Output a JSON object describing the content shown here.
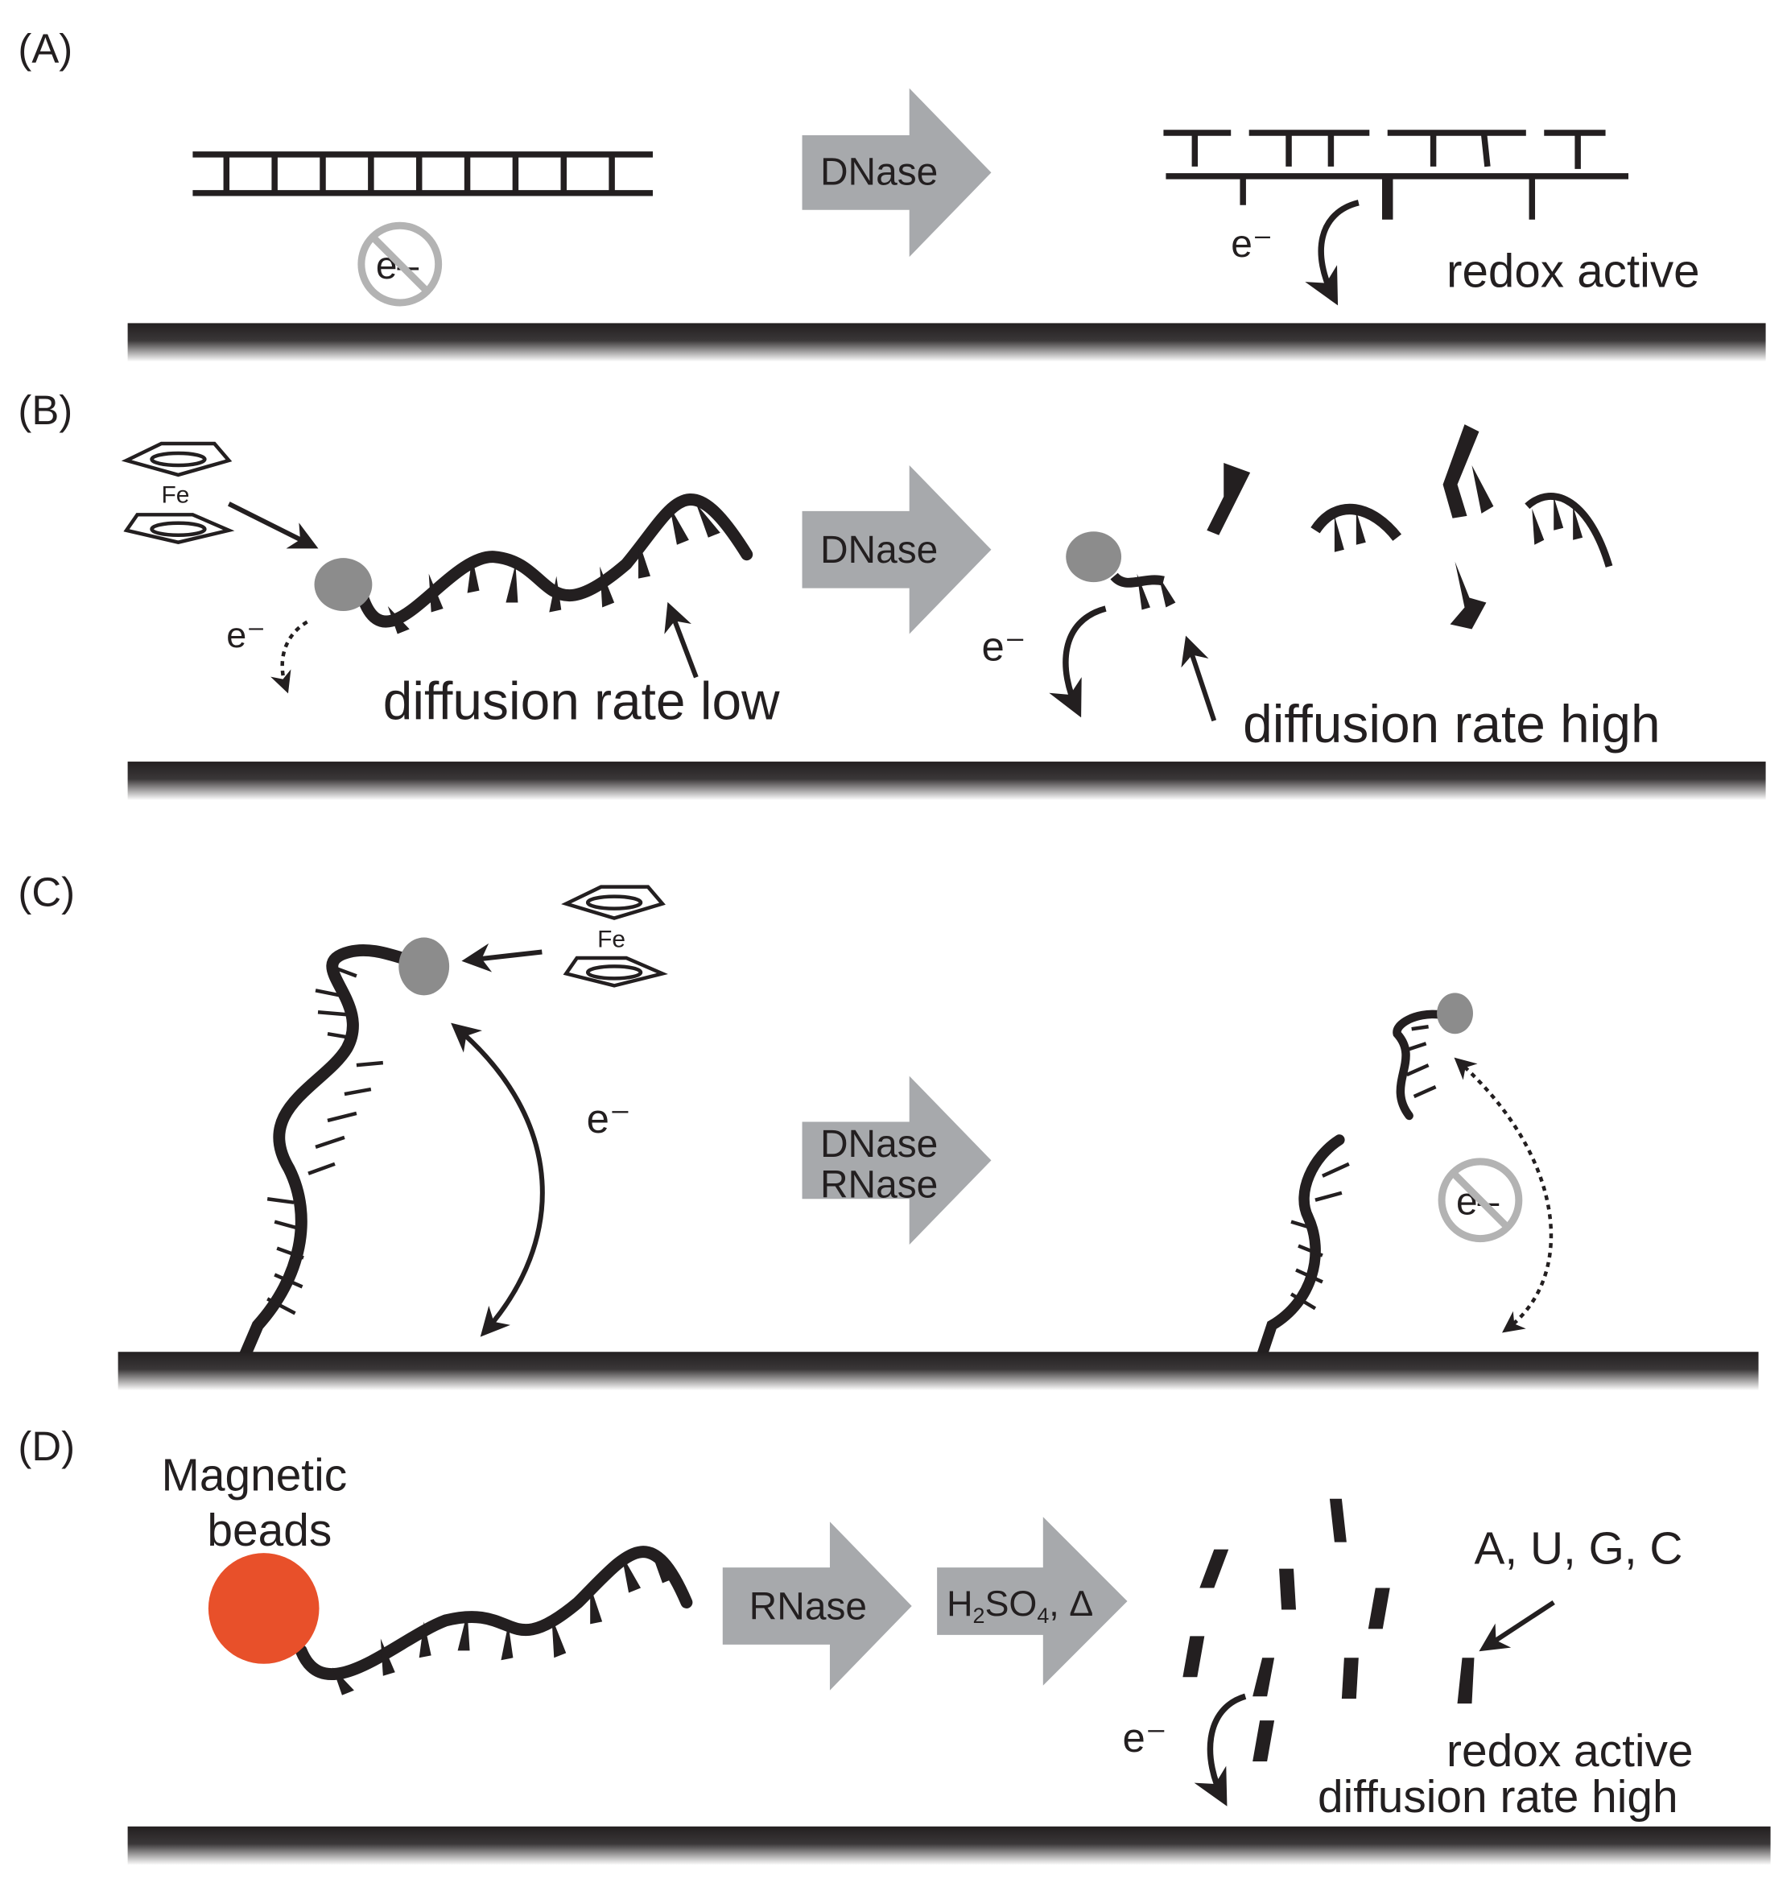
{
  "colors": {
    "ink": "#231f20",
    "arrow_fill": "#a7a9ac",
    "bead_gray": "#8c8c8c",
    "magnetic_bead": "#e8502a",
    "prohibit_gray": "#b3b3b3"
  },
  "panels": {
    "a": {
      "label": "(A)",
      "arrow_text": "DNase",
      "electron_blocked": "e–",
      "electron": "e⁻",
      "annotation": "redox active"
    },
    "b": {
      "label": "(B)",
      "ferrocene_metal": "Fe",
      "electron_left": "e⁻",
      "arrow_text": "DNase",
      "electron_right": "e⁻",
      "annotation_left": "diffusion rate low",
      "annotation_right": "diffusion rate high"
    },
    "c": {
      "label": "(C)",
      "ferrocene_metal": "Fe",
      "electron": "e⁻",
      "arrow_text_line1": "DNase",
      "arrow_text_line2": "RNase",
      "electron_blocked": "e–"
    },
    "d": {
      "label": "(D)",
      "bead_label_line1": "Magnetic",
      "bead_label_line2": "beads",
      "arrow1_text": "RNase",
      "arrow2_text_h": "H",
      "arrow2_text_sub2": "2",
      "arrow2_text_so": "SO",
      "arrow2_text_sub4": "4",
      "arrow2_text_tail": ", Δ",
      "nucleotides": "A, U, G, C",
      "electron": "e⁻",
      "annotation_line1": "redox active",
      "annotation_line2": "diffusion rate high"
    }
  }
}
